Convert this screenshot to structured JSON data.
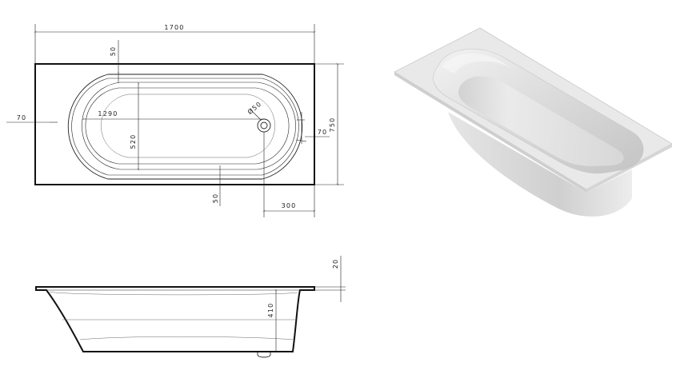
{
  "top_view": {
    "overall_length": "1700",
    "overall_width": "750",
    "rim_top": "50",
    "rim_bottom": "50",
    "rim_left": "70",
    "rim_right": "70",
    "inner_length": "1290",
    "inner_width": "520",
    "drain_diameter": "Ø50",
    "drain_offset": "300"
  },
  "side_view": {
    "rim_thickness": "20",
    "depth": "410"
  },
  "render_3d": {
    "shade_light": "#eeeeee",
    "shade_mid": "#d8d8d8",
    "shade_dark": "#bdbdbd"
  }
}
